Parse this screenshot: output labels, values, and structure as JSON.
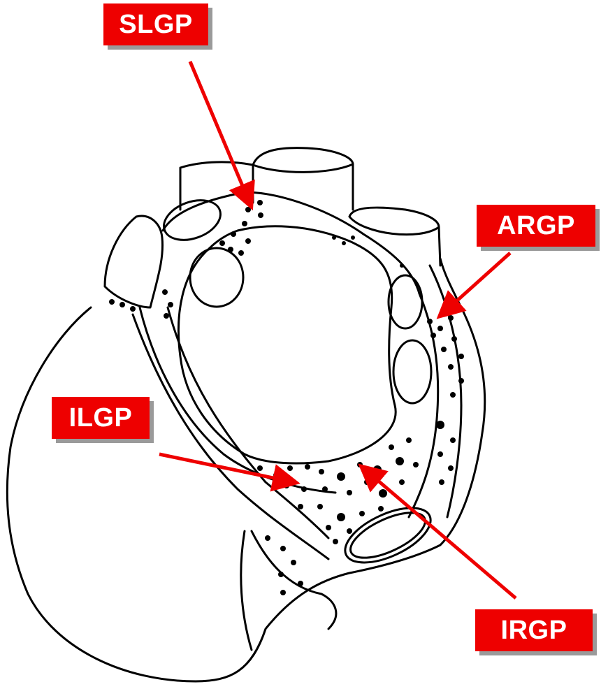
{
  "labels": {
    "slgp": "SLGP",
    "argp": "ARGP",
    "ilgp": "ILGP",
    "irgp": "IRGP"
  },
  "colors": {
    "label_background": "#ee0000",
    "label_text": "#ffffff",
    "arrow": "#ee0000",
    "outline": "#000000",
    "background": "#ffffff"
  },
  "icons": {
    "arrow": "arrow-icon",
    "ganglion_dot": "ganglion-dot-icon"
  }
}
